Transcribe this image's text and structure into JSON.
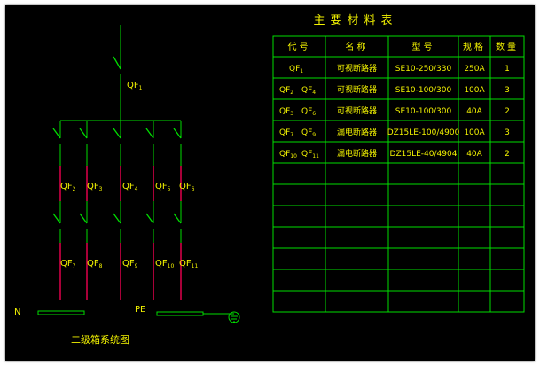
{
  "diagram": {
    "caption": "二级箱系统图",
    "main_breaker": {
      "label": "QF",
      "sub": "1"
    },
    "upper_breakers": [
      {
        "label": "QF",
        "sub": "2"
      },
      {
        "label": "QF",
        "sub": "3"
      },
      {
        "label": "QF",
        "sub": "4"
      },
      {
        "label": "QF",
        "sub": "5"
      },
      {
        "label": "QF",
        "sub": "6"
      }
    ],
    "lower_breakers": [
      {
        "label": "QF",
        "sub": "7"
      },
      {
        "label": "QF",
        "sub": "8"
      },
      {
        "label": "QF",
        "sub": "9"
      },
      {
        "label": "QF",
        "sub": "10"
      },
      {
        "label": "QF",
        "sub": "11"
      }
    ],
    "n_label": "N",
    "pe_label": "PE"
  },
  "table": {
    "title": "主要材料表",
    "headers": [
      "代号",
      "名称",
      "型号",
      "规格",
      "数量"
    ],
    "rows": [
      {
        "code": [
          {
            "t": "QF",
            "s": "1"
          }
        ],
        "name": "可视断路器",
        "model": "SE10-250/330",
        "spec": "250A",
        "qty": "1"
      },
      {
        "code": [
          {
            "t": "QF",
            "s": "2"
          },
          {
            "t": "QF",
            "s": "4"
          }
        ],
        "name": "可视断路器",
        "model": "SE10-100/300",
        "spec": "100A",
        "qty": "3"
      },
      {
        "code": [
          {
            "t": "QF",
            "s": "3"
          },
          {
            "t": "QF",
            "s": "6"
          }
        ],
        "name": "可视断路器",
        "model": "SE10-100/300",
        "spec": "40A",
        "qty": "2"
      },
      {
        "code": [
          {
            "t": "QF",
            "s": "7"
          },
          {
            "t": "QF",
            "s": "9"
          }
        ],
        "name": "漏电断路器",
        "model": "DZ15LE-100/4900",
        "spec": "100A",
        "qty": "3"
      },
      {
        "code": [
          {
            "t": "QF",
            "s": "10"
          },
          {
            "t": "QF",
            "s": "11"
          }
        ],
        "name": "漏电断路器",
        "model": "DZ15LE-40/4904",
        "spec": "40A",
        "qty": "2"
      }
    ],
    "empty_rows": 7
  },
  "colors": {
    "background": "#000000",
    "wire": "#00dd00",
    "text": "#f2f200",
    "breaker_red": "#e0004a"
  }
}
